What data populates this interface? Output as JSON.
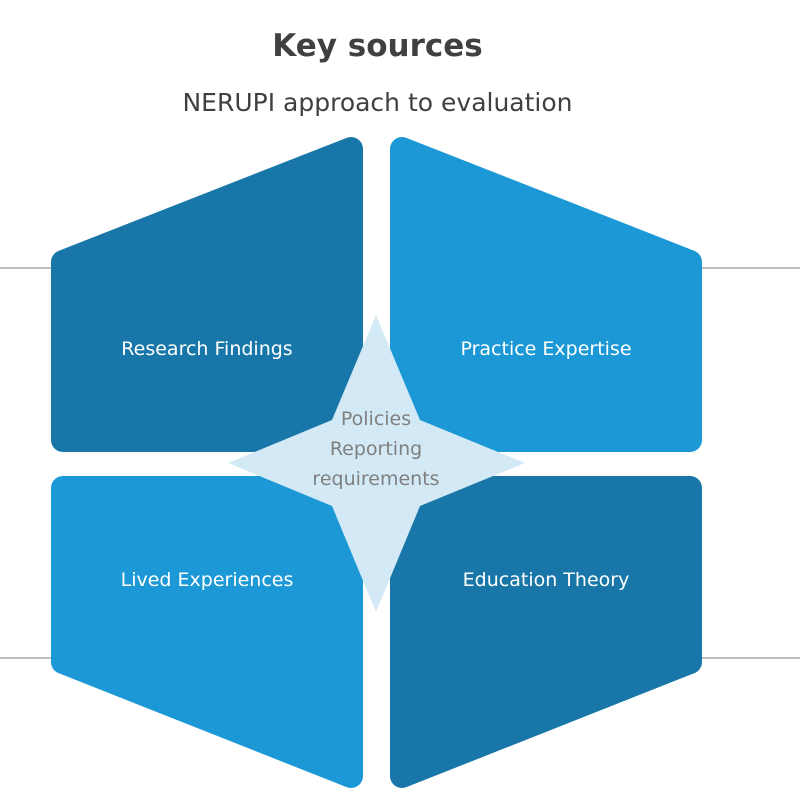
{
  "title": "Key sources",
  "subtitle": "NERUPI approach to evaluation",
  "tiles": [
    {
      "label": "Research Findings",
      "color": "#1877A8"
    },
    {
      "label": "Practice Expertise",
      "color": "#1B98D5"
    },
    {
      "label": "Lived Experiences",
      "color": "#1B98D5"
    },
    {
      "label": "Education Theory",
      "color": "#1877A8"
    }
  ],
  "center": {
    "line1": "Policies",
    "line2": "Reporting",
    "line3": "requirements",
    "color": "#D3EAF6"
  }
}
